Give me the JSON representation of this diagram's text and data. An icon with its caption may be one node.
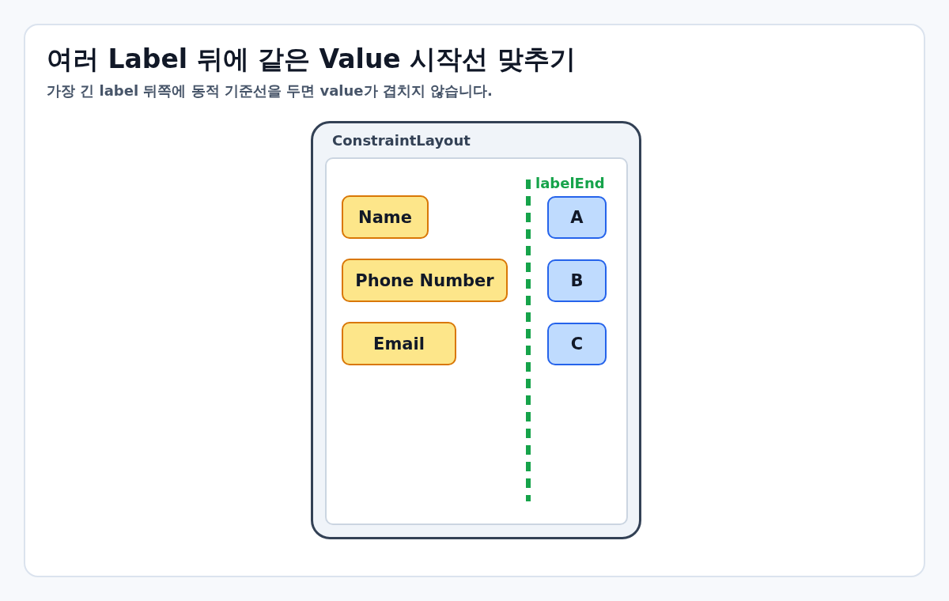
{
  "diagram": {
    "title": "여러 Label 뒤에 같은 Value 시작선 맞추기",
    "nodes": [
      {
        "text": [
          "ConstraintLayout"
        ]
      },
      {
        "text": [],
        "shape": "box",
        "in": 0
      },
      {
        "text": [
          "Name"
        ],
        "in": 1
      },
      {
        "text": [
          "A"
        ],
        "in": 1
      },
      {
        "text": [
          "Phone Number"
        ],
        "in": 1
      },
      {
        "text": [
          "B"
        ],
        "in": 1
      },
      {
        "text": [
          "Email"
        ],
        "in": 1
      },
      {
        "text": [
          "C"
        ],
        "in": 1
      }
    ],
    "labels": [
      "가장 긴 label 뒤쪽에 동적 기준선을 두면 value가 겹치지 않습니다.",
      "labelEnd"
    ]
  }
}
